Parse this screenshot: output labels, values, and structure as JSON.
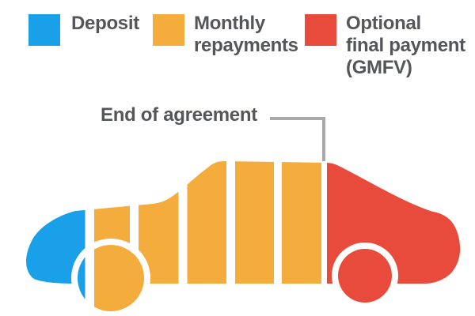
{
  "legend": {
    "items": [
      {
        "name": "deposit",
        "label": "Deposit",
        "color": "#1AA0E8"
      },
      {
        "name": "monthly-repayments",
        "label": "Monthly\nrepayments",
        "color": "#F4AD3C"
      },
      {
        "name": "optional-final-payment",
        "label": "Optional\nfinal payment\n(GMFV)",
        "color": "#E84B3B"
      }
    ]
  },
  "annotation": {
    "label": "End of agreement",
    "line_color": "#A7A9AC"
  },
  "diagram": {
    "type": "car-payment-infographic",
    "text_color": "#54565A",
    "background": "#FFFFFF",
    "divider_color": "#FFFFFF",
    "segments": [
      {
        "name": "deposit",
        "car_part": "front",
        "color": "#1AA0E8",
        "slices": 1
      },
      {
        "name": "monthly-repayments",
        "car_part": "middle",
        "color": "#F4AD3C",
        "slices": 5
      },
      {
        "name": "optional-final-payment-gmfv",
        "car_part": "rear",
        "color": "#E84B3B",
        "slices": 1
      }
    ]
  }
}
